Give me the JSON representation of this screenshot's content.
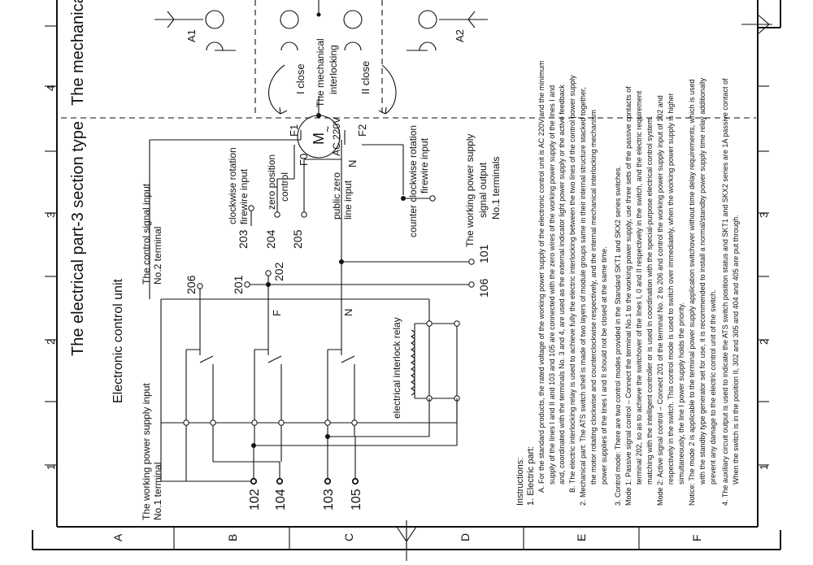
{
  "frame": {
    "column_numbers": [
      "1",
      "2",
      "3",
      "4"
    ],
    "row_letters": [
      "A",
      "B",
      "C",
      "D",
      "E",
      "F"
    ]
  },
  "titles": {
    "main": "The electrical part-3 section type",
    "mechanical": "The mechanical",
    "ecu": "Electronic control unit"
  },
  "labels": {
    "working_power_input_1": "The working power supply input",
    "working_power_input_2": "No.1 terminal",
    "control_signal_input_1": "The control signal input",
    "control_signal_input_2": "No.2 terminal",
    "interlock_relay": "electrical interlock relay",
    "cw_firewire_1": "clockwise rotation",
    "cw_firewire_2": "firewire input",
    "zero_position_1": "zero position",
    "zero_position_2": "control",
    "public_zero_1": "public zero",
    "public_zero_2": "line input",
    "ccw_firewire_1": "counter clockwise rotation",
    "ccw_firewire_2": "firewire input",
    "output_1": "The working power supply",
    "output_2": "signal output",
    "output_3": "No.1 terminals",
    "mech_interlock_1": "The mechanical",
    "mech_interlock_2": "interlocking",
    "close_1": "I  close",
    "close_2": "II  close",
    "motor_m": "M",
    "motor_tilde": "~",
    "motor_voltage": "AC 220V",
    "f1": "F1",
    "f2": "F2",
    "f0": "F0",
    "n_motor": "N",
    "a1": "A1",
    "a2": "A2",
    "node_f": "F",
    "node_n": "N"
  },
  "terminals": {
    "t102": "102",
    "t104": "104",
    "t103": "103",
    "t105": "105",
    "t206": "206",
    "t201": "201",
    "t202": "202",
    "t203": "203",
    "t204": "204",
    "t205": "205",
    "t101": "101",
    "t106": "106"
  },
  "instructions": [
    "Instructions:",
    "1.  Electric part:",
    "A. For the standard products,  the rated voltage of the working power supply of the electronic control unit is AC 220V and the minimum",
    "supply of the lines I and II and 103 and 105 are connected with the zero wires of the working power supply of the lines I and",
    "and,  coordinated with the terminals No.  3 and 4,  are used as the external indicator light power supply or the active feedback",
    "B. The electric interlocking relay is used to achieve fully the electric interlocking between the two lines of the control power supply",
    "2. Mechanical part:  The ATS switch shell is made of two layers of module groups same in their internal structure stacked together,",
    "the motor rotating clockwise and counterclockwise respectively, and the internal mechanical interlocking mechanism",
    "power supplies of the lines I and II should not be closed at the same time.",
    "3. Control mode:  There are two control modes provided in the Standard SKT1 and SKX2 series switches.",
    "Mode 1:  Passive signal control – Connect the terminal No.1 to the working power supply, use three sets of the passive contacts of",
    "terminal 202,  so as to achieve the switchover of the lines I, 0 and II respectively in the switch, and the electric requirement",
    "matching with the intelligent controller or is used in coordination with the special-purpose electrical control system.",
    "Mode 2:  Active signal control – Connect 201 of the terminal No.  2 to 206 and control the working power supply input of 102 and",
    "respectively in the switch. This control mode is used to switch over immediately, when the working power supply is higher",
    "simultaneously, the line I power supply holds the priority.",
    "Notice: The mode 2 is applicable to the terminal power supply application switchover without time delay requirements,  which is used",
    "with the standby type generator set for use, it is recommended to install a normal/standby power supply time relay additionally",
    "prevent any damage to the electric control unit of the switch.",
    "4.  The auxiliary circuit output is used to indicate the ATS switch position status and SKT1 and SKX2 series are 1A passive contact of",
    "When the switch is in the position II, 302 and 305 and 404 and 405 are put through."
  ]
}
